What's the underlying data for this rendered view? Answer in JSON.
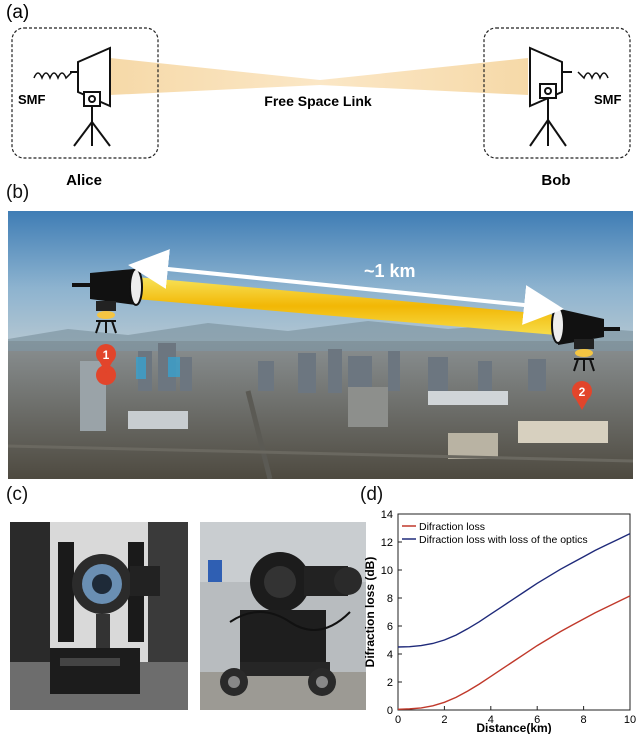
{
  "panel_a": {
    "label": "(a)",
    "link_label": "Free Space Link",
    "left_station": {
      "name": "Alice",
      "fiber": "SMF"
    },
    "right_station": {
      "name": "Bob",
      "fiber": "SMF"
    }
  },
  "panel_b": {
    "label": "(b)",
    "distance_label": "~1 km",
    "marker_1": "1",
    "marker_2": "2"
  },
  "panel_c": {
    "label": "(c)"
  },
  "panel_d": {
    "label": "(d)"
  },
  "chart_data": {
    "type": "line",
    "xlabel": "Distance(km)",
    "ylabel": "Difraction loss (dB)",
    "xlim": [
      0,
      10
    ],
    "ylim": [
      0,
      14
    ],
    "xticks": [
      0,
      2,
      4,
      6,
      8,
      10
    ],
    "yticks": [
      0,
      2,
      4,
      6,
      8,
      10,
      12,
      14
    ],
    "legend_position": "top-left",
    "grid": false,
    "series": [
      {
        "name": "Difraction loss",
        "color": "#c0392b",
        "x": [
          0,
          0.5,
          1,
          1.5,
          2,
          2.5,
          3,
          3.5,
          4,
          4.5,
          5,
          5.5,
          6,
          6.5,
          7,
          7.5,
          8,
          8.5,
          9,
          9.5,
          10
        ],
        "y": [
          0.05,
          0.08,
          0.15,
          0.3,
          0.55,
          0.9,
          1.35,
          1.85,
          2.4,
          2.95,
          3.5,
          4.05,
          4.6,
          5.1,
          5.6,
          6.05,
          6.5,
          6.95,
          7.35,
          7.75,
          8.15
        ]
      },
      {
        "name": "Difraction loss with loss of the optics",
        "color": "#1f2a7a",
        "x": [
          0,
          0.5,
          1,
          1.5,
          2,
          2.5,
          3,
          3.5,
          4,
          4.5,
          5,
          5.5,
          6,
          6.5,
          7,
          7.5,
          8,
          8.5,
          9,
          9.5,
          10
        ],
        "y": [
          4.5,
          4.52,
          4.6,
          4.75,
          5.0,
          5.35,
          5.8,
          6.3,
          6.85,
          7.4,
          7.95,
          8.5,
          9.05,
          9.55,
          10.05,
          10.5,
          10.95,
          11.4,
          11.8,
          12.2,
          12.6
        ]
      }
    ]
  }
}
